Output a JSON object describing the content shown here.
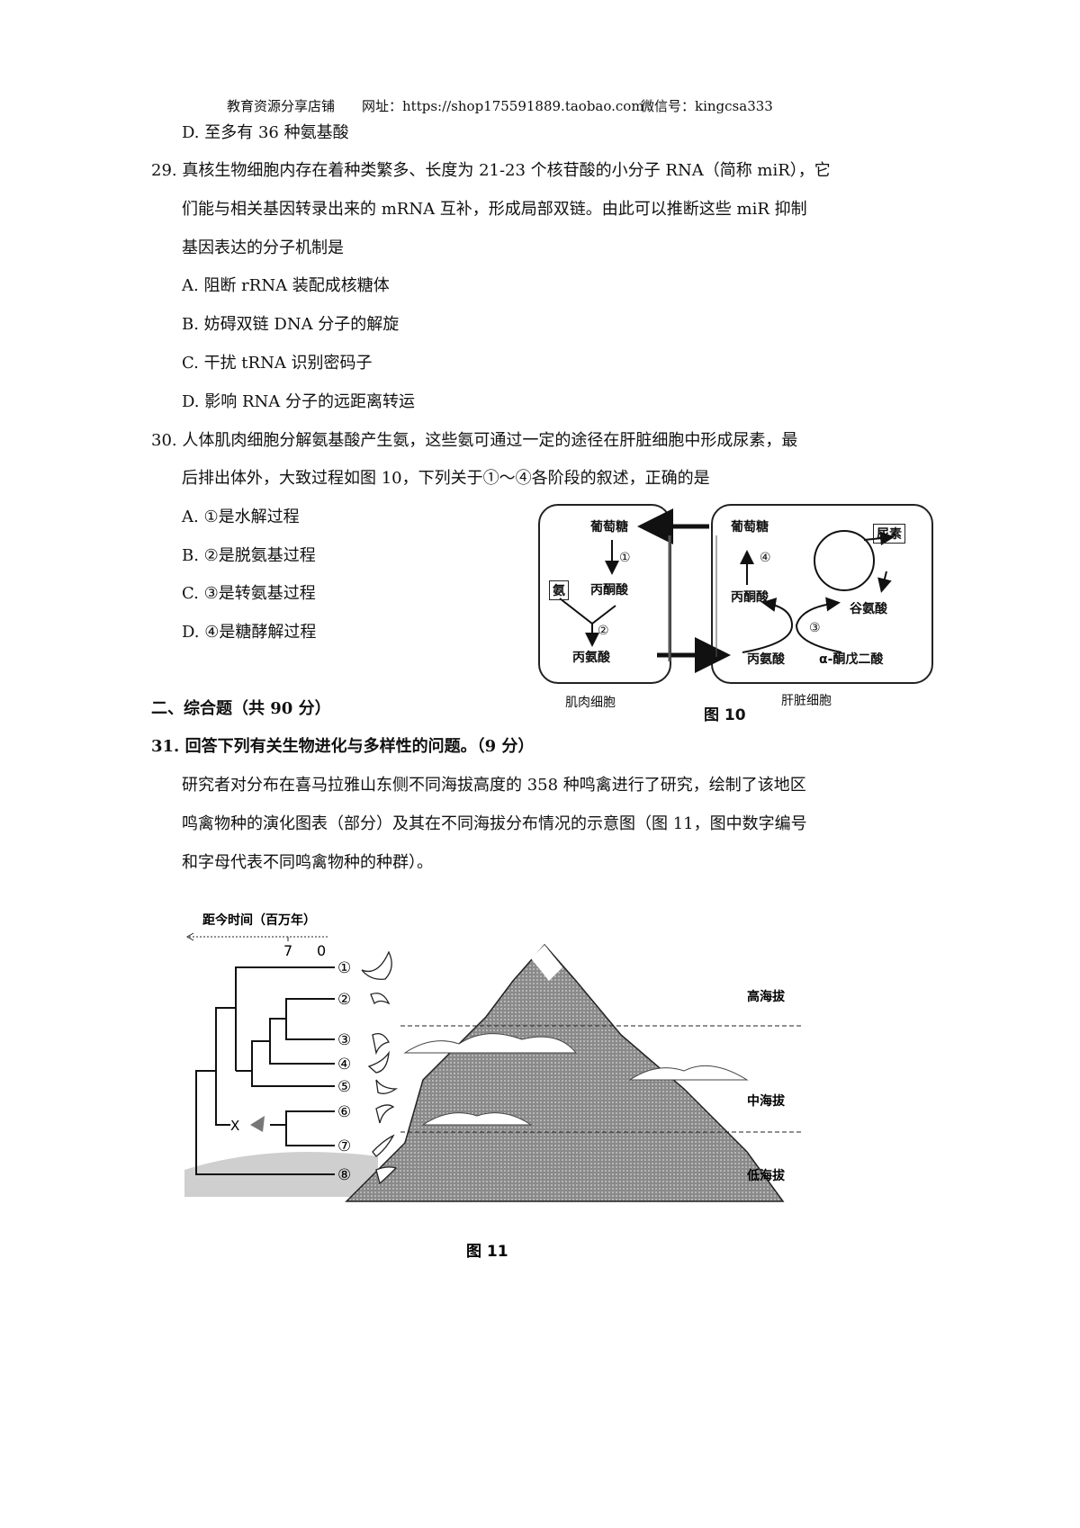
{
  "header": {
    "shop": "教育资源分享店铺",
    "url_label": "网址：https://shop175591889.taobao.com",
    "wechat": "微信号：kingcsa333"
  },
  "prev_option": "D.  至多有 36 种氨基酸",
  "q29": {
    "lines": [
      "29.  真核生物细胞内存在着种类繁多、长度为 21-23 个核苷酸的小分子 RNA（简称 miR），它",
      "们能与相关基因转录出来的 mRNA 互补，形成局部双链。由此可以推断这些 miR 抑制",
      "基因表达的分子机制是"
    ],
    "options": [
      "A.  阻断 rRNA 装配成核糖体",
      "B.  妨碍双链 DNA 分子的解旋",
      "C.  干扰 tRNA 识别密码子",
      "D.  影响 RNA 分子的远距离转运"
    ]
  },
  "q30": {
    "lines": [
      "30.  人体肌肉细胞分解氨基酸产生氨，这些氨可通过一定的途径在肝脏细胞中形成尿素，最",
      "后排出体外，大致过程如图 10，下列关于①～④各阶段的叙述，正确的是"
    ],
    "options": [
      "A.  ①是水解过程",
      "B.  ②是脱氨基过程",
      "C.  ③是转氨基过程",
      "D.  ④是糖酵解过程"
    ]
  },
  "fig10": {
    "muscle_glucose": "葡萄糖",
    "step1": "①",
    "muscle_pyruvate": "丙酮酸",
    "ammonia": "氨",
    "step2": "②",
    "muscle_alanine": "丙氨酸",
    "liver_glucose": "葡萄糖",
    "step4": "④",
    "liver_pyruvate": "丙酮酸",
    "urea": "尿素",
    "glutamate": "谷氨酸",
    "step3": "③",
    "liver_alanine": "丙氨酸",
    "ketoglutarate": "α-酮戊二酸",
    "muscle_label": "肌肉细胞",
    "caption": "图 10",
    "liver_label": "肝脏细胞"
  },
  "section2": "二、综合题（共 90 分）",
  "q31": {
    "title": "31.  回答下列有关生物进化与多样性的问题。（9 分）",
    "lines": [
      "研究者对分布在喜马拉雅山东侧不同海拔高度的 358 种鸣禽进行了研究，绘制了该地区",
      "鸣禽物种的演化图表（部分）及其在不同海拔分布情况的示意图（图 11，图中数字编号",
      "和字母代表不同鸣禽物种的种群）。"
    ]
  },
  "fig11": {
    "axis_title": "距今时间（百万年）",
    "tick7": "7",
    "tick0": "0",
    "species": [
      "①",
      "②",
      "③",
      "④",
      "⑤",
      "⑥",
      "⑦",
      "⑧"
    ],
    "ancestor": "X",
    "high": "高海拔",
    "mid": "中海拔",
    "low": "低海拔",
    "caption": "图 11"
  }
}
